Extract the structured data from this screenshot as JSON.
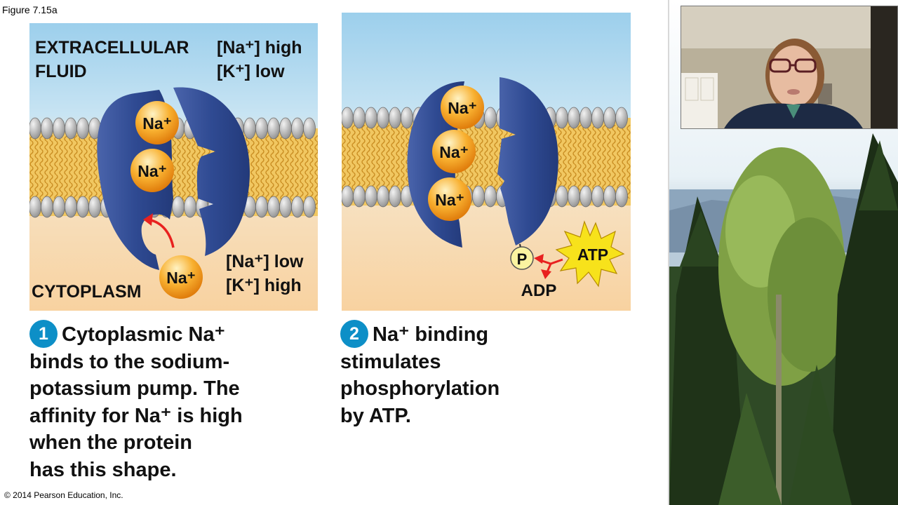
{
  "figure_label": "Figure 7.15a",
  "copyright": "© 2014 Pearson Education, Inc.",
  "panel1": {
    "region_top_line1": "EXTRACELLULAR",
    "region_top_line2": "FLUID",
    "conc_top_na": "[Na⁺] high",
    "conc_top_k": "[K⁺] low",
    "region_bottom": "CYTOPLASM",
    "conc_bottom_na": "[Na⁺] low",
    "conc_bottom_k": "[K⁺] high",
    "ion_label": "Na⁺"
  },
  "panel2": {
    "ion_label": "Na⁺",
    "phosphate_label": "P",
    "atp_label": "ATP",
    "adp_label": "ADP"
  },
  "caption1": {
    "step": "1",
    "lines": [
      "Cytoplasmic Na⁺",
      "binds to the sodium-",
      "potassium pump. The",
      "affinity for Na⁺ is high",
      "when the protein",
      "has this shape."
    ]
  },
  "caption2": {
    "step": "2",
    "lines": [
      "Na⁺ binding",
      "stimulates",
      "phosphorylation",
      "by ATP."
    ]
  },
  "colors": {
    "sky": "#aed8ef",
    "cytoplasm": "#f8d6a8",
    "membrane": "#f0c25a",
    "pump": "#2c4488",
    "ion": "#f5a623",
    "arrow": "#e8211f",
    "step_badge": "#0d8fc7",
    "atp_burst": "#f7e21b"
  }
}
